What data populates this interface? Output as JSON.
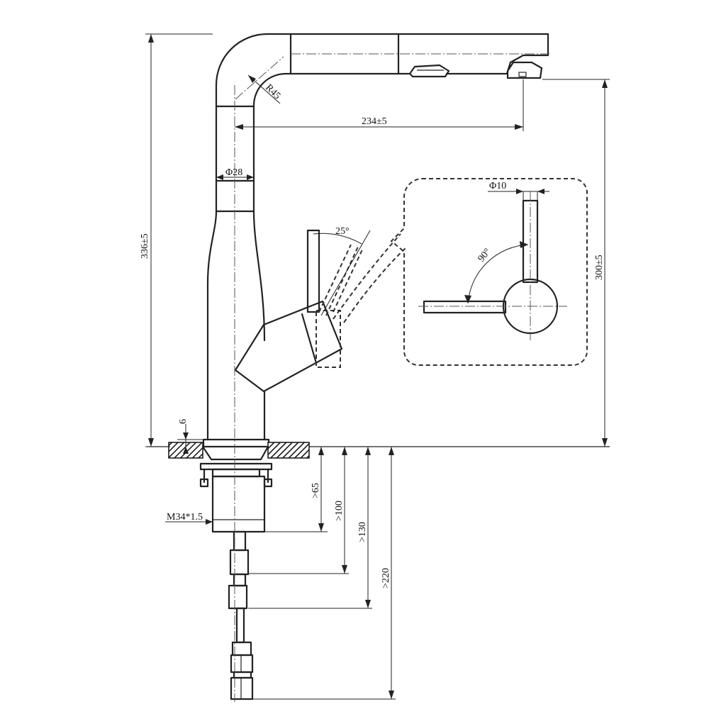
{
  "labels": {
    "radius": "R45",
    "reach": "234±5",
    "spout_diameter": "Φ28",
    "total_height": "336±5",
    "spout_height": "300±5",
    "swivel_angle": "25°",
    "handle_diameter": "Φ10",
    "handle_angle": "90°",
    "base_thickness": "6",
    "thread": "M34*1.5",
    "depth_65": ">65",
    "depth_100": ">100",
    "depth_130": ">130",
    "depth_220": ">220"
  }
}
